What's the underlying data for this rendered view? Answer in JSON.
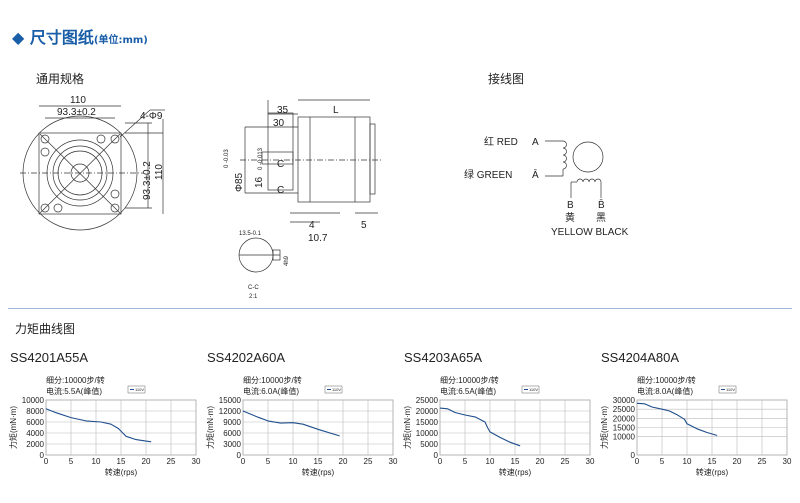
{
  "header": {
    "title": "尺寸图纸",
    "unit": "(单位:mm)",
    "accent": "#1a5ea8"
  },
  "drawing": {
    "section_label": "通用规格",
    "front": {
      "w": "110",
      "hole_pitch": "93.3±0.2",
      "holes": "4-Φ9",
      "h_pitch": "93.3±0.2",
      "h": "110"
    },
    "side": {
      "d35": "35",
      "dL": "L",
      "d30": "30",
      "phi85": "Φ85",
      "phi85_tol": "0 -0.03",
      "d16": "16",
      "d16_tol": "0 -0.013",
      "c1": "C",
      "c2": "C",
      "d4": "4",
      "d5": "5",
      "d107": "10.7"
    },
    "section": {
      "d135": "13.5-0.1",
      "key": "4h9",
      "label": "C-C",
      "scale": "2:1"
    }
  },
  "wiring": {
    "section_label": "接线图",
    "red": "红 RED",
    "a": "A",
    "green": "绿 GREEN",
    "abar": "Ā",
    "b": "B",
    "bbar": "B̄",
    "yellow_cn": "黄",
    "black_cn": "黑",
    "bottom": "YELLOW BLACK"
  },
  "curves_label": "力矩曲线图",
  "chart_data": [
    {
      "type": "line",
      "title": "SS4201A55A",
      "subdivision": "细分:10000步/转",
      "current": "电流:5.5A(峰值)",
      "legend": "110V",
      "xlabel": "转速(rps)",
      "ylabel": "力矩(mN·m)",
      "xlim": [
        0,
        30
      ],
      "ylim": [
        0,
        10000
      ],
      "xticks": [
        0,
        5,
        10,
        15,
        20,
        25,
        30
      ],
      "yticks": [
        0,
        2000,
        4000,
        6000,
        8000,
        10000
      ],
      "grid": true,
      "color": "#1f4e8c",
      "x": [
        0,
        2,
        5,
        8,
        11,
        13,
        14.5,
        16,
        18,
        21
      ],
      "y": [
        8400,
        7700,
        6800,
        6200,
        6000,
        5600,
        4800,
        3400,
        2800,
        2400
      ]
    },
    {
      "type": "line",
      "title": "SS4202A60A",
      "subdivision": "细分:10000步/转",
      "current": "电流:6.0A(峰值)",
      "legend": "110V",
      "xlabel": "转速(rps)",
      "ylabel": "力矩(mN·m)",
      "xlim": [
        0,
        30
      ],
      "ylim": [
        0,
        15000
      ],
      "xticks": [
        0,
        5,
        10,
        15,
        20,
        25,
        30
      ],
      "yticks": [
        0,
        3000,
        6000,
        9000,
        12000,
        15000
      ],
      "grid": true,
      "color": "#1f4e8c",
      "x": [
        0,
        3,
        5,
        7.5,
        10,
        12,
        15,
        19.3
      ],
      "y": [
        12000,
        10300,
        9300,
        8700,
        8800,
        8400,
        7000,
        5200
      ]
    },
    {
      "type": "line",
      "title": "SS4203A65A",
      "subdivision": "细分:10000步/转",
      "current": "电流:6.5A(峰值)",
      "legend": "110V",
      "xlabel": "转速(rps)",
      "ylabel": "力矩(mN·m)",
      "xlim": [
        0,
        30
      ],
      "ylim": [
        0,
        25000
      ],
      "xticks": [
        0,
        5,
        10,
        15,
        20,
        25,
        30
      ],
      "yticks": [
        0,
        5000,
        10000,
        15000,
        20000,
        25000
      ],
      "grid": true,
      "color": "#1f4e8c",
      "x": [
        0,
        1.5,
        3,
        5,
        7,
        9,
        9.5,
        10,
        12,
        14,
        16
      ],
      "y": [
        21300,
        21000,
        19300,
        18200,
        17300,
        15000,
        12500,
        10500,
        8000,
        5800,
        4200
      ]
    },
    {
      "type": "line",
      "title": "SS4204A80A",
      "subdivision": "细分:10000步/转",
      "current": "电流:8.0A(峰值)",
      "legend": "110V",
      "xlabel": "转速(rps)",
      "ylabel": "力矩(mN·m)",
      "xlim": [
        0,
        30
      ],
      "ylim": [
        0,
        30000
      ],
      "xticks": [
        0,
        5,
        10,
        15,
        20,
        25,
        30
      ],
      "yticks": [
        0,
        10000,
        15000,
        20000,
        25000,
        30000
      ],
      "grid": true,
      "color": "#1f4e8c",
      "x": [
        0,
        1.5,
        3,
        5,
        6.5,
        8,
        9.5,
        10,
        12,
        14,
        16
      ],
      "y": [
        28200,
        27900,
        26200,
        25000,
        24000,
        22000,
        19500,
        17000,
        14300,
        12300,
        10700
      ]
    }
  ]
}
